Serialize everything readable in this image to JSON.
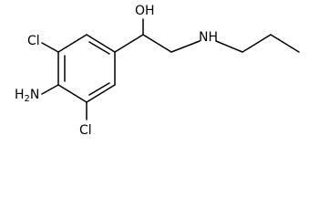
{
  "diagram": {
    "kind": "chemical-structure",
    "colors": {
      "ink": "#000000",
      "background": "#ffffff"
    },
    "atom_labels": {
      "hydroxyl": "OH",
      "amine": "NH",
      "amino": "H2N",
      "chloro_top": "Cl",
      "chloro_bottom": "Cl"
    }
  }
}
